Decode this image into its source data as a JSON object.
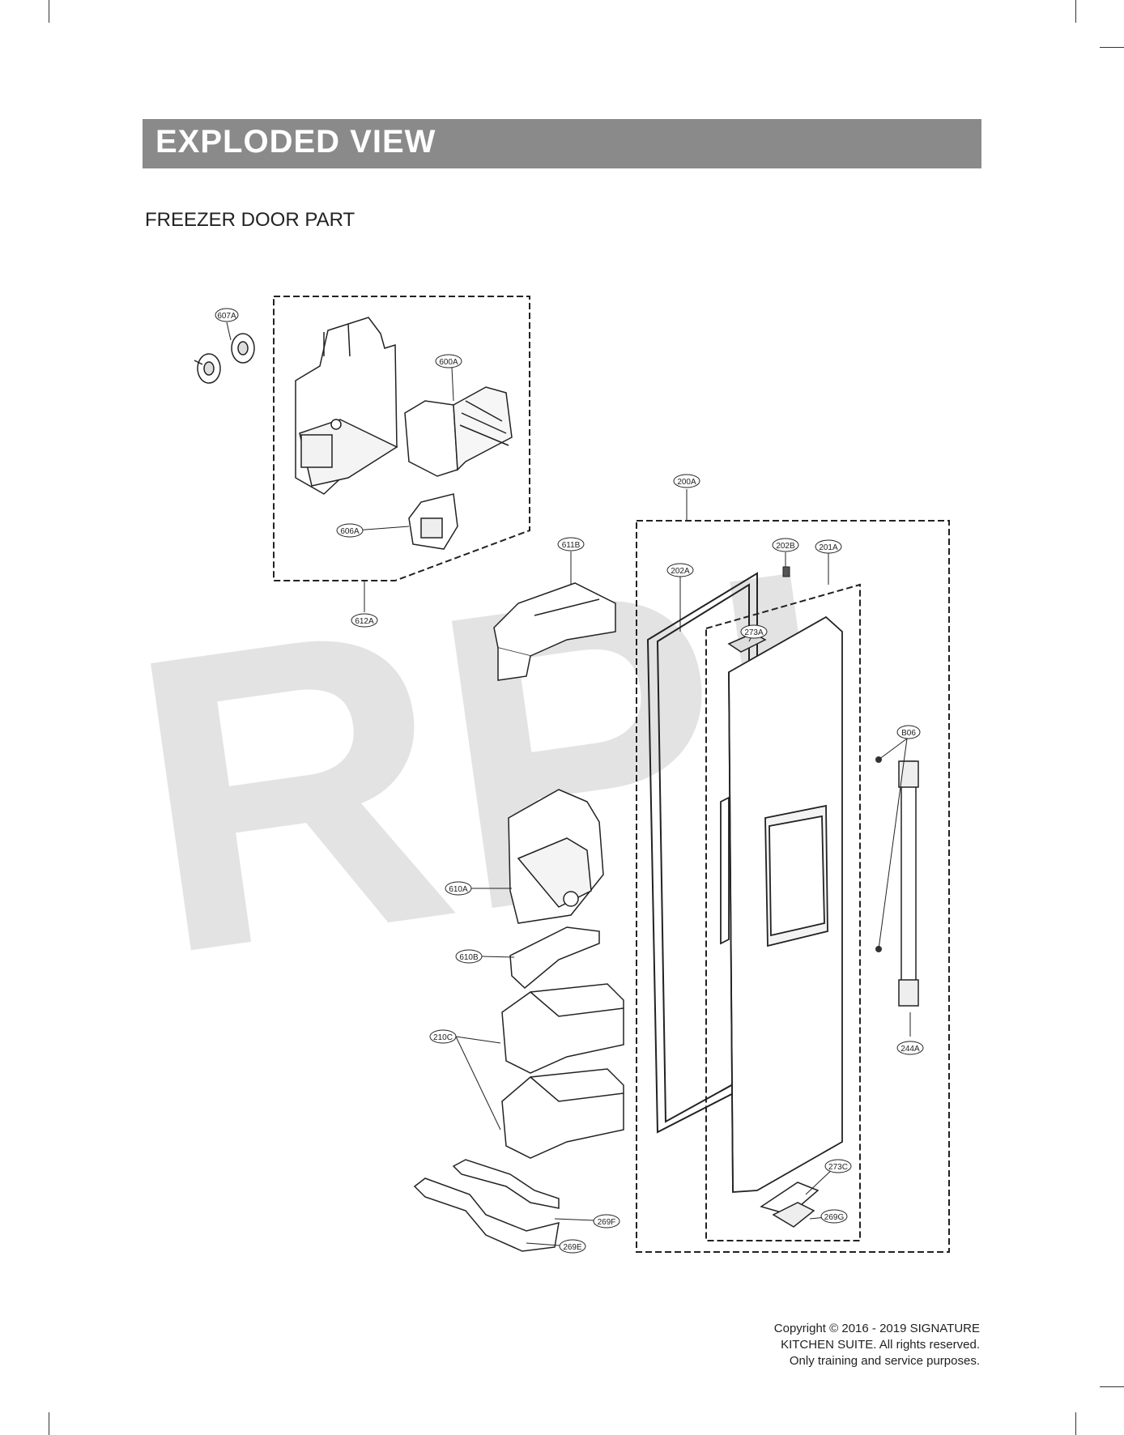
{
  "header": {
    "title": "EXPLODED VIEW"
  },
  "section": {
    "title": "FREEZER DOOR PART"
  },
  "watermark": {
    "text": "RPI"
  },
  "callouts": [
    {
      "id": "607A"
    },
    {
      "id": "600A"
    },
    {
      "id": "606A"
    },
    {
      "id": "612A"
    },
    {
      "id": "611B"
    },
    {
      "id": "200A"
    },
    {
      "id": "202B"
    },
    {
      "id": "201A"
    },
    {
      "id": "202A"
    },
    {
      "id": "273A"
    },
    {
      "id": "B06"
    },
    {
      "id": "610A"
    },
    {
      "id": "610B"
    },
    {
      "id": "210C"
    },
    {
      "id": "244A"
    },
    {
      "id": "273C"
    },
    {
      "id": "269G"
    },
    {
      "id": "269F"
    },
    {
      "id": "269E"
    }
  ],
  "footer": {
    "line1": "Copyright © 2016 - 2019 SIGNATURE",
    "line2": "KITCHEN SUITE. All rights reserved.",
    "line3": "Only training and service purposes."
  }
}
